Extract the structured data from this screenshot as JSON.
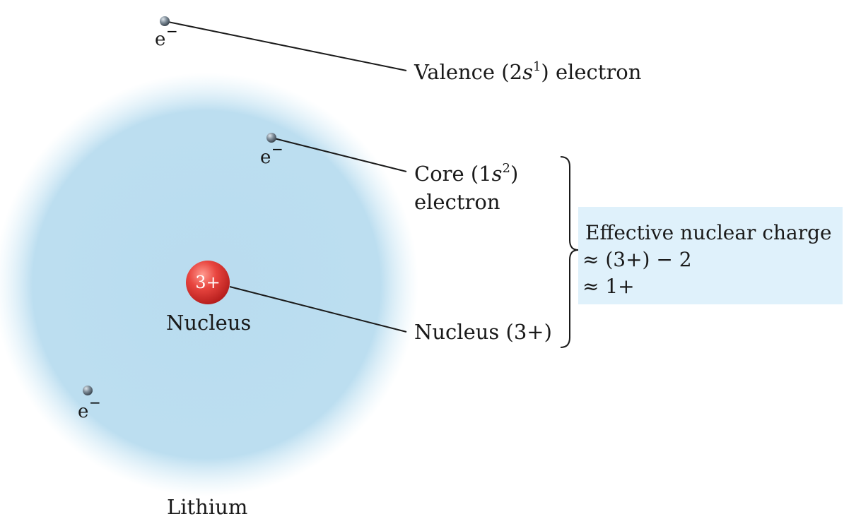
{
  "atom": {
    "name_label": "Lithium",
    "nucleus_charge_label": "3+",
    "nucleus_caption": "Nucleus"
  },
  "electrons": {
    "symbol": "e",
    "charge": "−"
  },
  "labels": {
    "valence": {
      "prefix": "Valence (2",
      "orbital_letter": "s",
      "superscript": "1",
      "suffix": ") electron"
    },
    "core": {
      "prefix": "Core (1",
      "orbital_letter": "s",
      "superscript": "2",
      "suffix": ")",
      "line2": "electron"
    },
    "nucleus": "Nucleus (3+)"
  },
  "effective_charge": {
    "title": "Effective nuclear charge",
    "line2": "≈ (3+) − 2",
    "line3": "≈ 1+"
  },
  "colors": {
    "cloud": "#b9dcef",
    "nucleus": "#e8453f",
    "electron": "#7f8d99",
    "box": "#dff1fb"
  }
}
